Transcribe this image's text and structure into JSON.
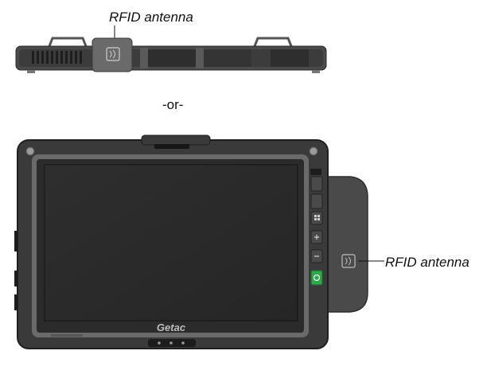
{
  "labels": {
    "top_rfid": "RFID antenna",
    "separator": "-or-",
    "side_rfid": "RFID antenna",
    "brand_logo": "Getac"
  },
  "colors": {
    "body_dark": "#3a3a3a",
    "bezel": "#2b2b2b",
    "screen": "#262626",
    "frame": "#6a6a6a",
    "power_green": "#2fa84a",
    "antenna_panel": "#4a4a4a"
  },
  "icons": [
    "rfid-icon",
    "power-icon",
    "windows-icon",
    "plus-icon",
    "minus-icon",
    "camera-icon"
  ]
}
